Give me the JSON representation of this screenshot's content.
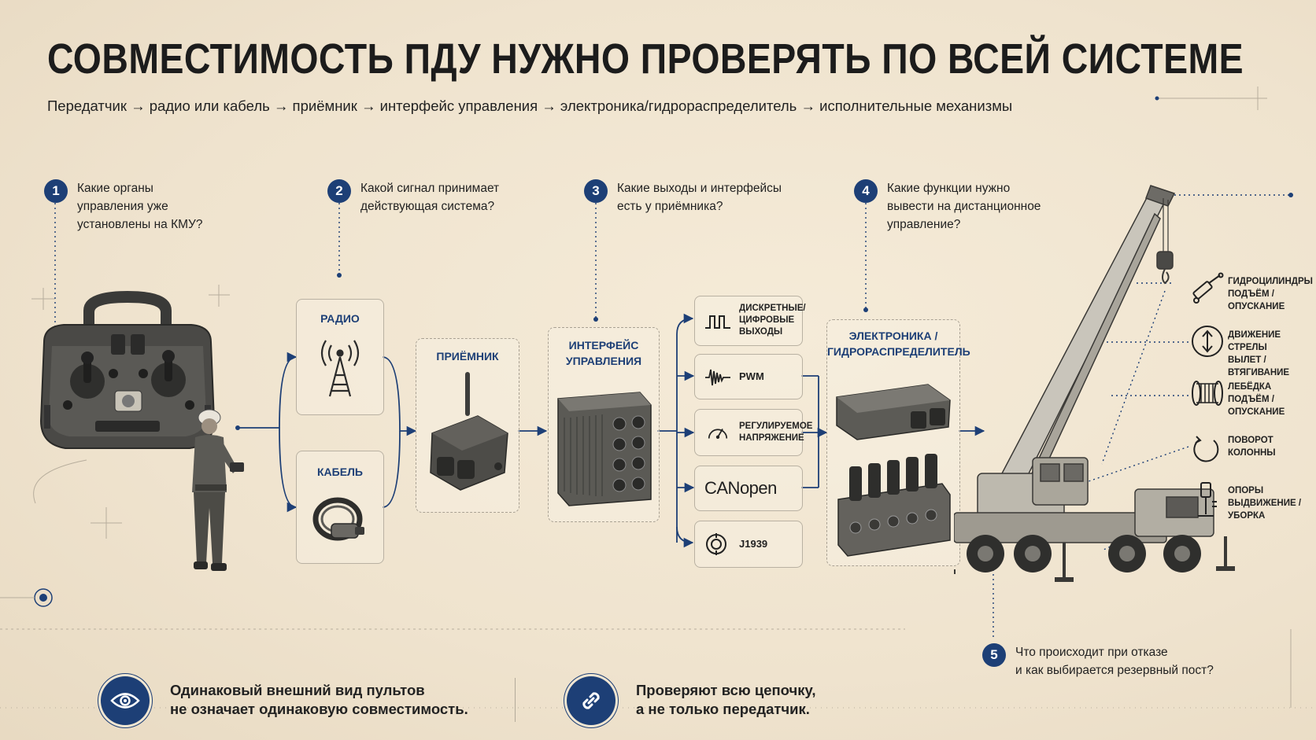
{
  "header": {
    "title": "СОВМЕСТИМОСТЬ ПДУ НУЖНО ПРОВЕРЯТЬ ПО ВСЕЙ СИСТЕМЕ",
    "subtitle": "Передатчик → радио или кабель → приёмник → интерфейс управления → электроника/гидрораспределитель → исполнительные механизмы"
  },
  "questions": [
    {
      "num": "1",
      "lines": [
        "Какие органы",
        "управления уже",
        "установлены на КМУ?"
      ]
    },
    {
      "num": "2",
      "lines": [
        "Какой сигнал принимает",
        "действующая система?"
      ]
    },
    {
      "num": "3",
      "lines": [
        "Какие выходы и интерфейсы",
        "есть у приёмника?"
      ]
    },
    {
      "num": "4",
      "lines": [
        "Какие функции нужно",
        "вывести на дистанционное",
        "управление?"
      ]
    },
    {
      "num": "5",
      "lines": [
        "Что происходит при отказе",
        "и как выбирается резервный пост?"
      ]
    }
  ],
  "boxes": {
    "radio": "РАДИО",
    "cable": "КАБЕЛЬ",
    "receiver": "ПРИЁМНИК",
    "interface": [
      "ИНТЕРФЕЙС",
      "УПРАВЛЕНИЯ"
    ],
    "electronics": [
      "ЭЛЕКТРОНИКА /",
      "ГИДРОРАСПРЕДЕЛИТЕЛЬ"
    ]
  },
  "signals": [
    {
      "lines": [
        "ДИСКРЕТНЫЕ/",
        "ЦИФРОВЫЕ",
        "ВЫХОДЫ"
      ],
      "icon": "square-wave-icon"
    },
    {
      "lines": [
        "PWM"
      ],
      "icon": "pulse-wave-icon"
    },
    {
      "lines": [
        "РЕГУЛИРУЕМОЕ",
        "НАПРЯЖЕНИЕ"
      ],
      "icon": "gauge-icon"
    },
    {
      "lines": [
        "CANopen"
      ],
      "icon": "canopen-logo"
    },
    {
      "lines": [
        "J1939"
      ],
      "icon": "j1939-icon"
    }
  ],
  "functions": [
    {
      "lines": [
        "ГИДРОЦИЛИНДРЫ",
        "ПОДЪЁМ / ОПУСКАНИЕ"
      ],
      "icon": "hydraulic-cylinder-icon"
    },
    {
      "lines": [
        "ДВИЖЕНИЕ СТРЕЛЫ",
        "ВЫЛЕТ / ВТЯГИВАНИЕ"
      ],
      "icon": "up-down-arrows-icon"
    },
    {
      "lines": [
        "ЛЕБЁДКА",
        "ПОДЪЁМ / ОПУСКАНИЕ"
      ],
      "icon": "winch-drum-icon"
    },
    {
      "lines": [
        "ПОВОРОТ",
        "КОЛОННЫ"
      ],
      "icon": "rotation-icon"
    },
    {
      "lines": [
        "ОПОРЫ",
        "ВЫДВИЖЕНИЕ /",
        "УБОРКА"
      ],
      "icon": "outrigger-icon"
    }
  ],
  "footer": {
    "note1": [
      "Одинаковый внешний вид пультов",
      "не означает одинаковую совместимость."
    ],
    "note2": [
      "Проверяют всю цепочку,",
      "а не только передатчик."
    ]
  },
  "colors": {
    "accent": "#1d3f76",
    "background": "#f1e6d2",
    "text": "#222222"
  }
}
